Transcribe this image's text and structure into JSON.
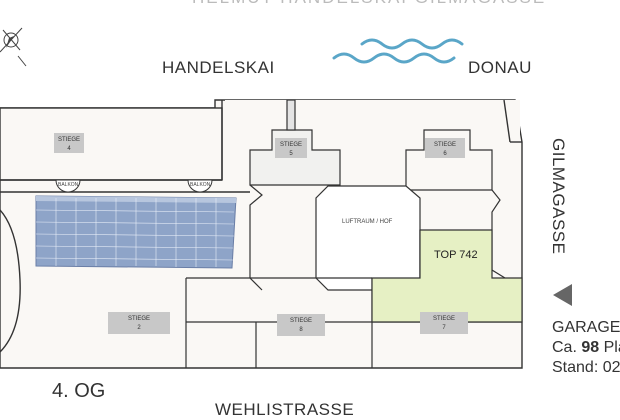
{
  "header": {
    "cut_title": "HELMUT HANDELSKAI GILMAGASSE"
  },
  "streets": {
    "handelskai": "HANDELSKAI",
    "donau": "DONAU",
    "gilmagasse": "GILMAGASSE",
    "wehlistrasse": "WEHLISTRASSE"
  },
  "floor": "4. OG",
  "courtyard": "LUFTRAUM / HOF",
  "unit": "TOP 742",
  "stairs": {
    "s2": "STIEGE\n2",
    "s4": "STIEGE\n4",
    "s5": "STIEGE\n5",
    "s6": "STIEGE\n6",
    "s7": "STIEGE\n7",
    "s8": "STIEGE\n8"
  },
  "balkon_left": "BALKON",
  "balkon_right": "BALKON",
  "garage": {
    "line1": "GARAGEN",
    "line2_prefix": "Ca.",
    "line2_number": "98",
    "line2_suffix": "Plä",
    "line3": "Stand: 02"
  },
  "colors": {
    "unit_fill": "#e6f0c4",
    "water": "#5aa6c8",
    "wall": "#333333",
    "floor_fill": "#faf8f5"
  },
  "icons": {
    "compass": "compass-icon",
    "arrow": "triangle-left-icon"
  }
}
